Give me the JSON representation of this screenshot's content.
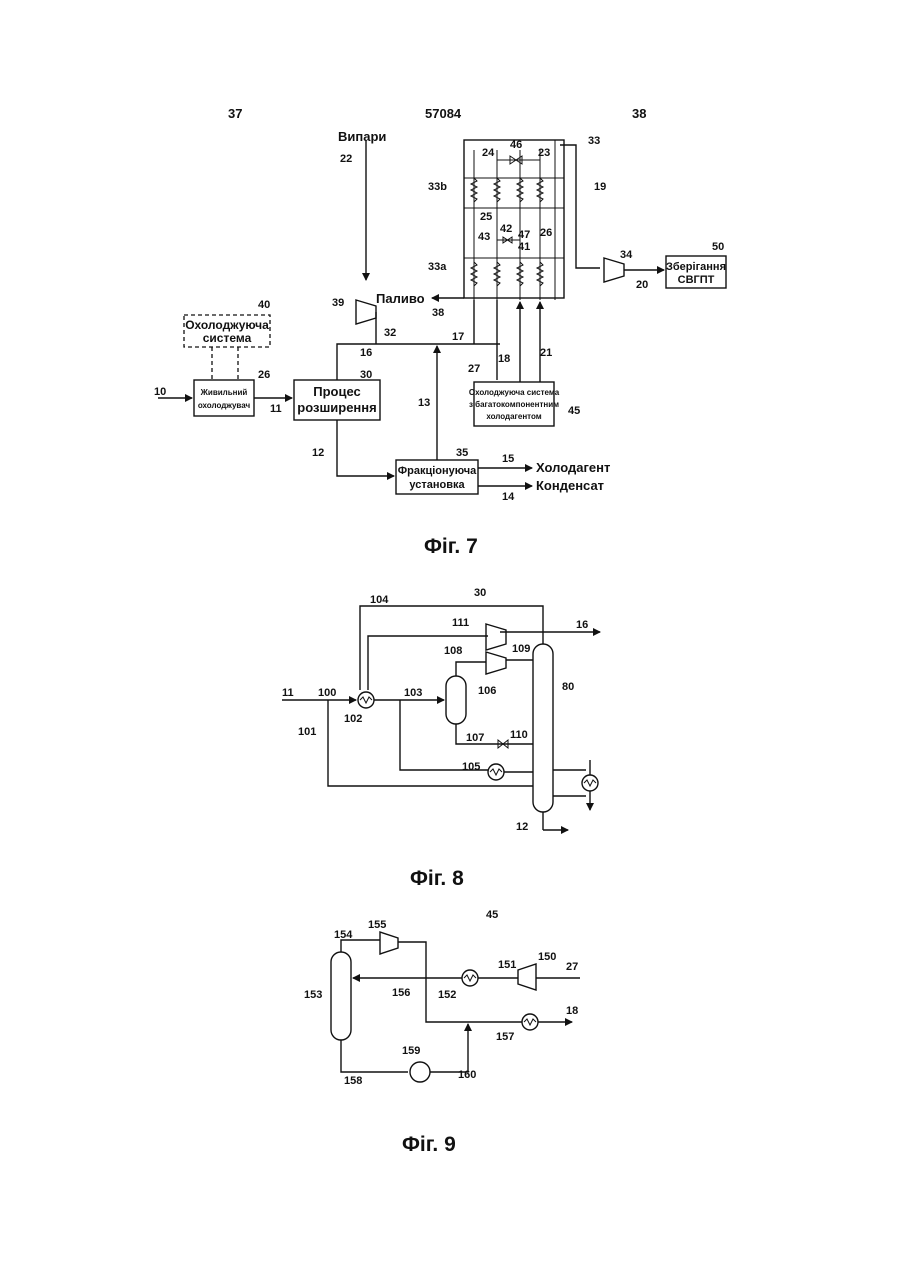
{
  "header": {
    "left_page": "37",
    "patent_number": "57084",
    "right_page": "38"
  },
  "fig7": {
    "caption": "Фіг. 7",
    "boxes": {
      "cooling_system": [
        "Охолоджуюча",
        "система"
      ],
      "feed_cooler": [
        "Живильний",
        "охолоджувач"
      ],
      "expansion_process": [
        "Процес",
        "розширення"
      ],
      "fractionation": [
        "Фракціонуюча",
        "установка"
      ],
      "mixed_refrigerant": [
        "Охолоджуюча система",
        "з багатокомпонентним",
        "холодагентом"
      ],
      "storage": [
        "Зберігання",
        "СВГПТ"
      ]
    },
    "texts": {
      "vapors": "Випари",
      "fuel": "Паливо",
      "refrigerant": "Холодагент",
      "condensate": "Конденсат"
    },
    "refs": [
      "10",
      "11",
      "12",
      "13",
      "14",
      "15",
      "16",
      "17",
      "18",
      "19",
      "20",
      "21",
      "22",
      "23",
      "24",
      "25",
      "26",
      "26",
      "27",
      "30",
      "32",
      "33",
      "33a",
      "33b",
      "34",
      "35",
      "38",
      "39",
      "40",
      "41",
      "42",
      "43",
      "45",
      "46",
      "47",
      "50"
    ]
  },
  "fig8": {
    "caption": "Фіг. 8",
    "refs": [
      "30",
      "104",
      "111",
      "16",
      "108",
      "109",
      "11",
      "100",
      "103",
      "106",
      "80",
      "102",
      "101",
      "107",
      "110",
      "105",
      "12"
    ]
  },
  "fig9": {
    "caption": "Фіг. 9",
    "refs": [
      "45",
      "154",
      "155",
      "150",
      "27",
      "151",
      "153",
      "152",
      "156",
      "18",
      "157",
      "159",
      "158",
      "160"
    ]
  }
}
